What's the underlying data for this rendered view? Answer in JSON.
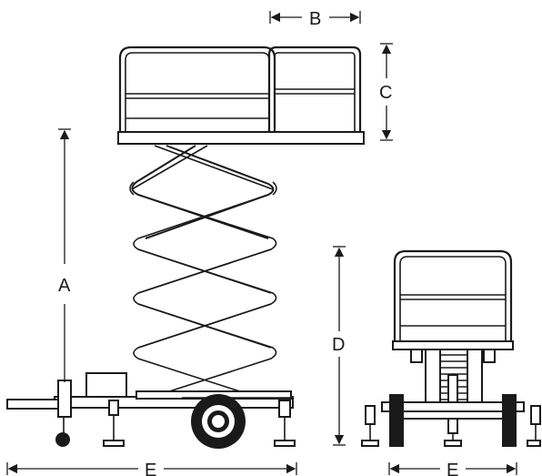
{
  "dimensions": {
    "A": "A",
    "B": "B",
    "C": "C",
    "D": "D",
    "E_side": "E",
    "E_front": "E"
  },
  "views": [
    "side-view",
    "front-view"
  ]
}
